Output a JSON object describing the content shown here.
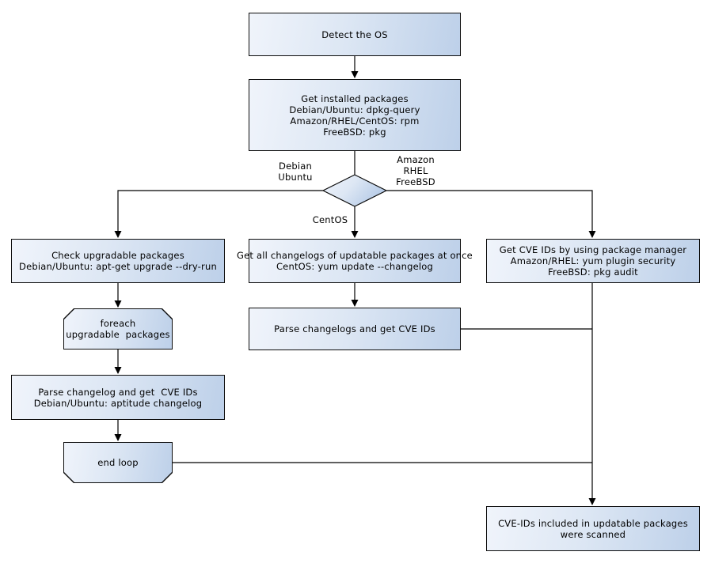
{
  "diagram": {
    "title": "OS package CVE scan flowchart",
    "colors": {
      "background": "#ffffff",
      "node_fill_light": "#f0f4fb",
      "node_fill_dark": "#bdd0e9",
      "node_border": "#0c0c0c",
      "connector": "#000000",
      "text": "#000000"
    },
    "nodes": {
      "detect_os": {
        "text": "Detect the OS"
      },
      "get_installed": {
        "text": "Get installed packages\nDebian/Ubuntu: dpkg-query\nAmazon/RHEL/CentOS: rpm\nFreeBSD: pkg"
      },
      "os_decision": {
        "shape": "diamond"
      },
      "check_upgradable": {
        "text": "Check upgradable packages\nDebian/Ubuntu: apt-get upgrade --dry-run"
      },
      "foreach_loop": {
        "text": "foreach\nupgradable  packages"
      },
      "parse_changelog": {
        "text": "Parse changelog and get  CVE IDs\nDebian/Ubuntu: aptitude changelog"
      },
      "end_loop": {
        "text": "end loop"
      },
      "get_all_changelogs": {
        "text": "Get all changelogs of updatable packages at once\nCentOS: yum update --changelog"
      },
      "parse_changelogs": {
        "text": "Parse changelogs and get CVE IDs"
      },
      "get_cve_ids": {
        "text": "Get CVE IDs by using package manager\nAmazon/RHEL: yum plugin security\nFreeBSD: pkg audit"
      },
      "scanned": {
        "text": "CVE-IDs included in updatable packages\nwere scanned"
      }
    },
    "edge_labels": {
      "debian_ubuntu": "Debian\nUbuntu",
      "amazon_rhel_freebsd": "Amazon\nRHEL\nFreeBSD",
      "centos": "CentOS"
    }
  }
}
